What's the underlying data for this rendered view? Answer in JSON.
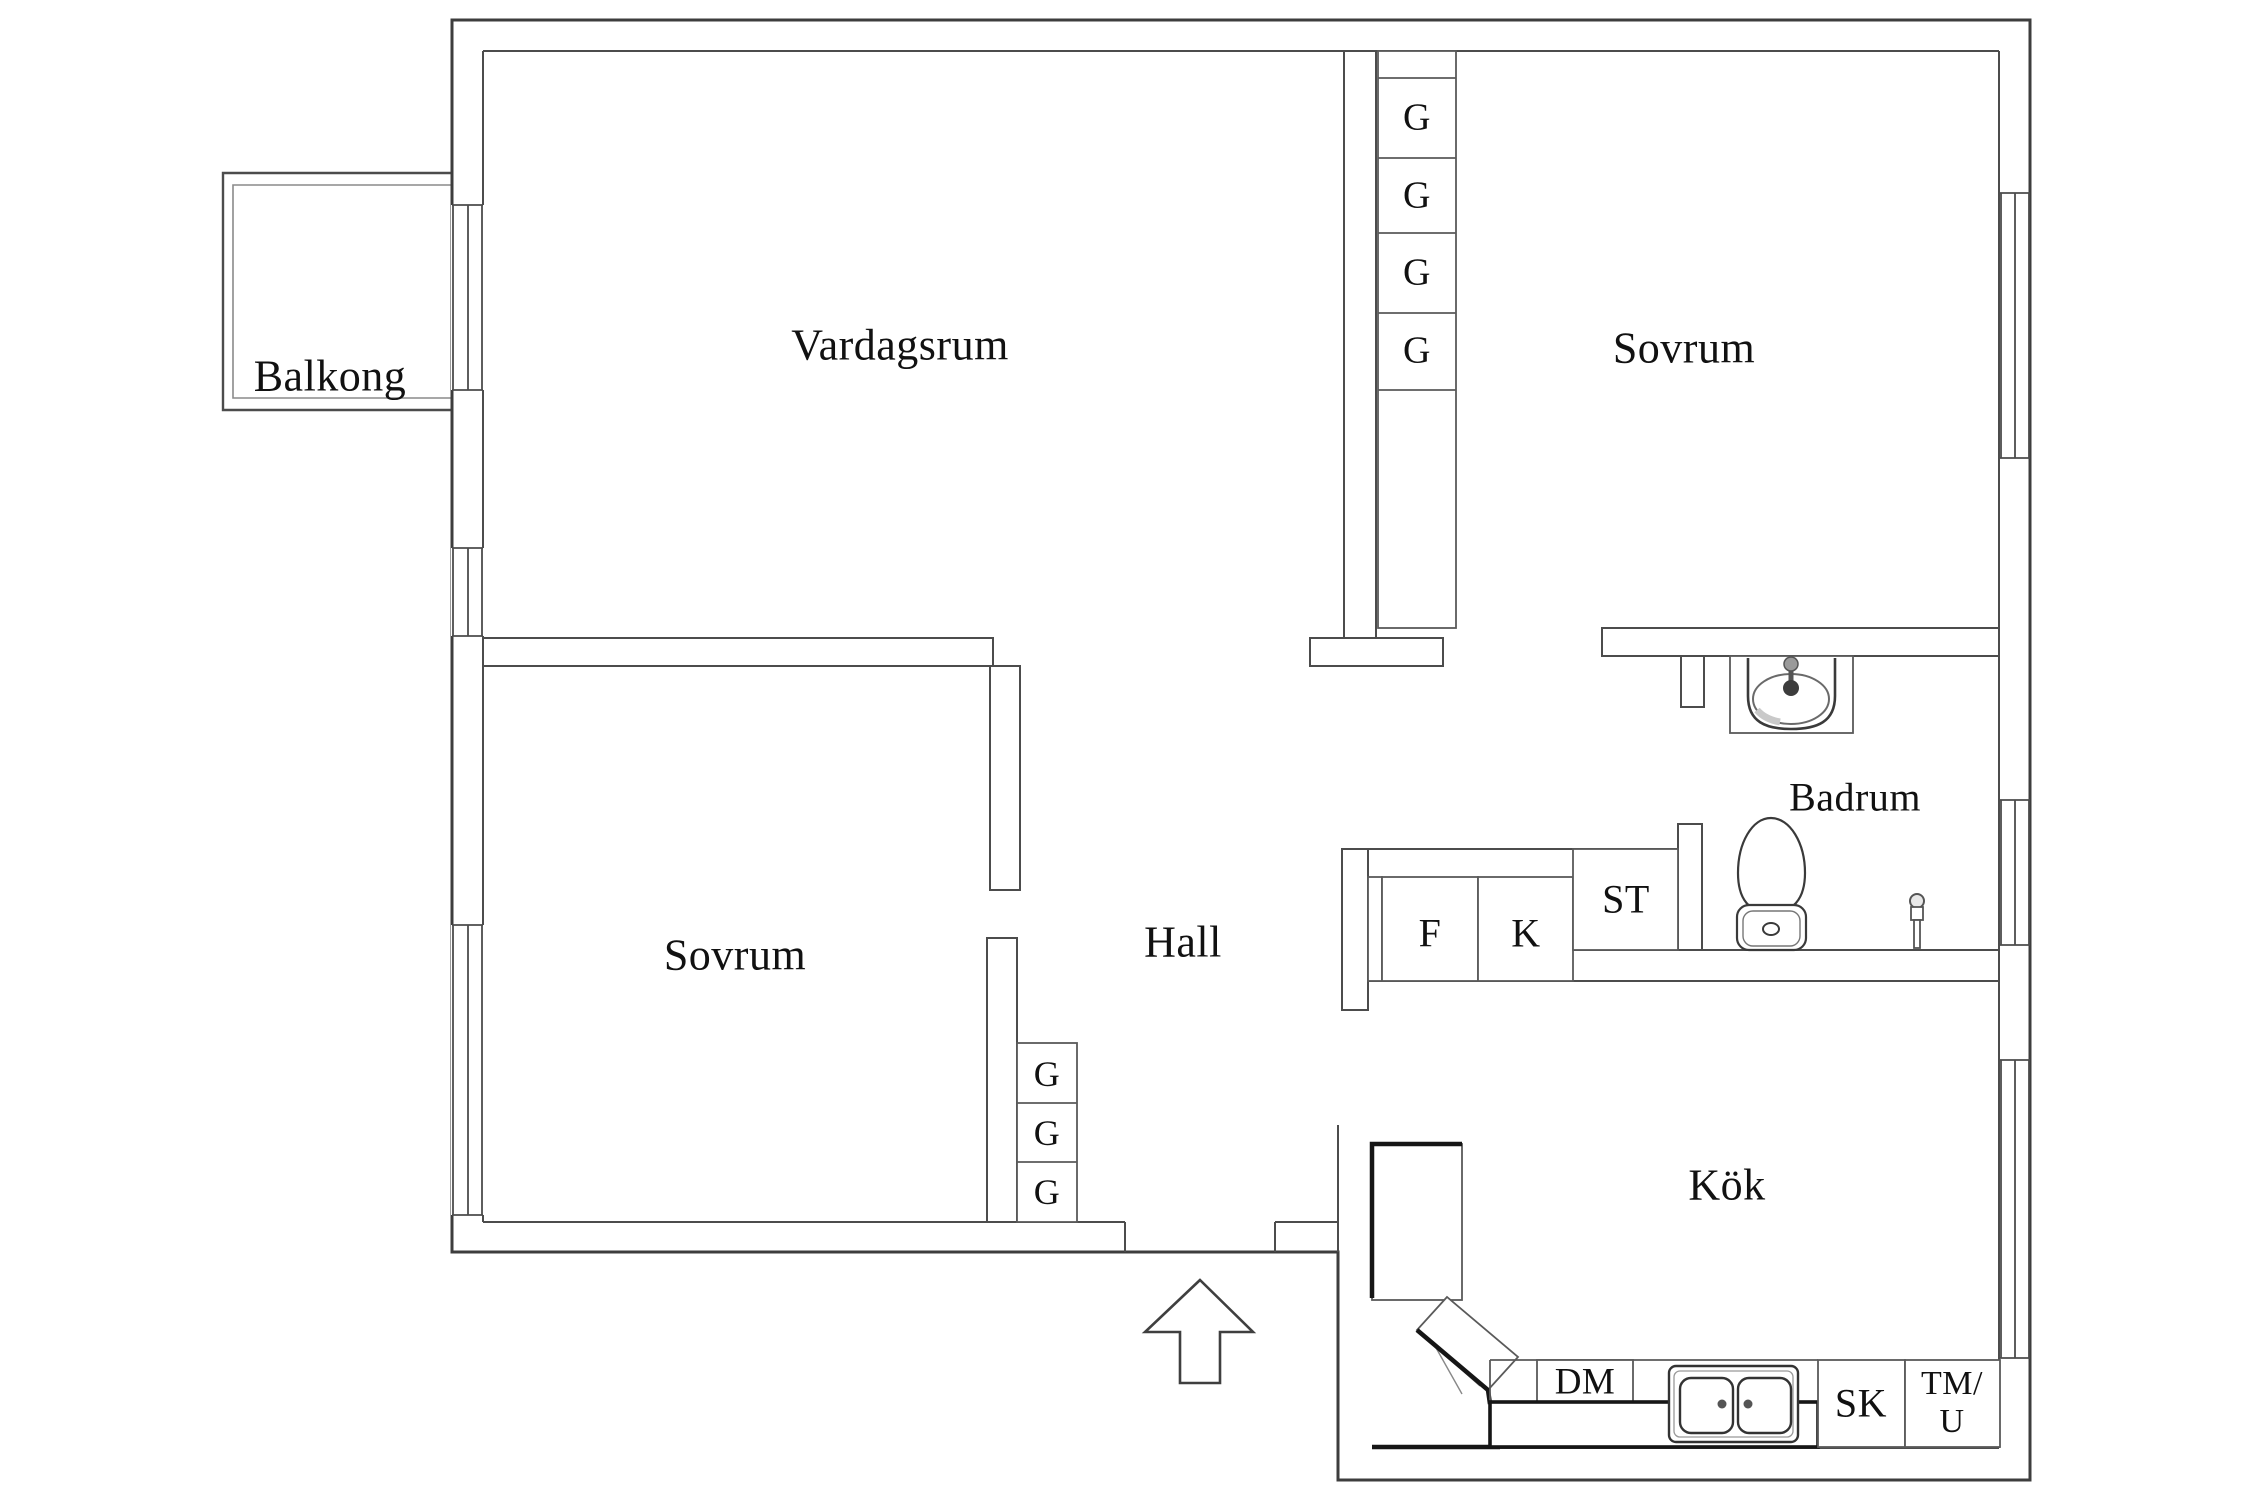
{
  "rooms": {
    "balcony": "Balkong",
    "living_room": "Vardagsrum",
    "bedroom_top": "Sovrum",
    "bedroom_left": "Sovrum",
    "hall": "Hall",
    "bathroom": "Badrum",
    "kitchen": "Kök"
  },
  "closets": {
    "top": [
      "G",
      "G",
      "G",
      "G"
    ],
    "hall": [
      "G",
      "G",
      "G"
    ]
  },
  "units": {
    "freezer": "F",
    "fridge": "K",
    "cleaning_closet": "ST",
    "dishwasher": "DM",
    "cabinet": "SK",
    "washer_line1": "TM/",
    "washer_line2": "U"
  },
  "colors": {
    "wall": "#4c4c4c",
    "outer_wall": "#3d3d3d",
    "counter": "#161616",
    "text": "#111111"
  }
}
